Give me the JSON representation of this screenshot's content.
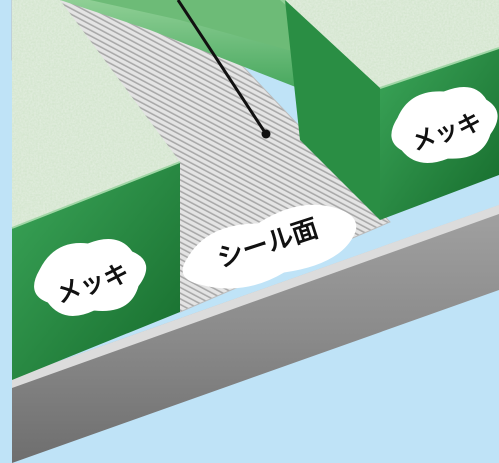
{
  "labels": {
    "plating_left": "メッキ",
    "plating_right": "メッキ",
    "seal_surface": "シール面"
  },
  "colors": {
    "background": "#bfe3f7",
    "plating_green": "#1f8a3c",
    "plating_top": "#cfe3c9",
    "seal_surface": "#d8d8d8",
    "base_metal": "#8c8c8c"
  }
}
